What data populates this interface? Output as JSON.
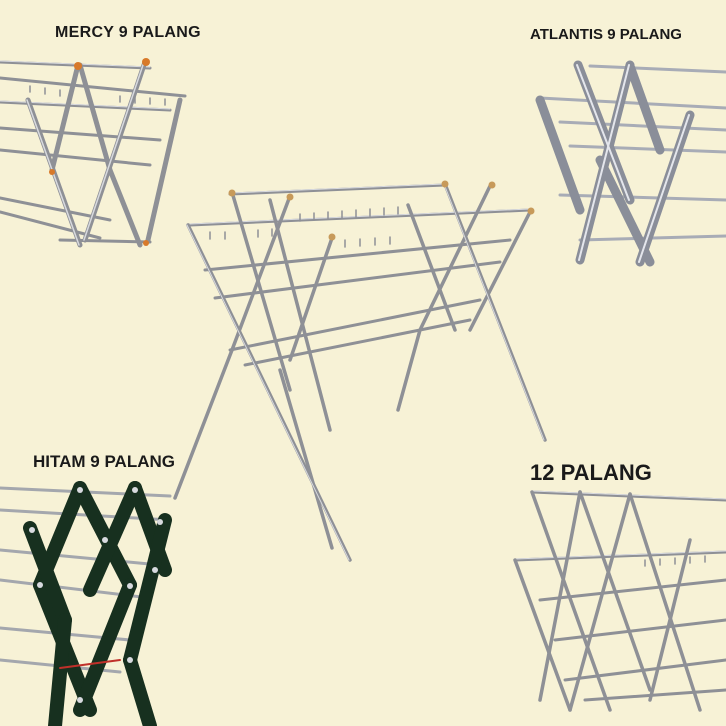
{
  "labels": {
    "mercy": "MERCY 9 PALANG",
    "atlantis": "ATLANTIS 9 PALANG",
    "hitam": "HITAM 9 PALANG",
    "twelve": "12 PALANG"
  },
  "colors": {
    "background": "#f7f2d6",
    "steel": "#8e9096",
    "steel_highlight": "#d8dadf",
    "black_frame": "#17301f",
    "orange_cap": "#d87a2a",
    "red_cord": "#c0302a"
  },
  "images": [
    {
      "name": "mercy-rack-photo",
      "description_icon": "clothes-drying-rack"
    },
    {
      "name": "atlantis-rack-photo",
      "description_icon": "clothes-drying-rack"
    },
    {
      "name": "main-rack-photo",
      "description_icon": "clothes-drying-rack"
    },
    {
      "name": "hitam-rack-photo",
      "description_icon": "clothes-drying-rack"
    },
    {
      "name": "twelve-rack-photo",
      "description_icon": "clothes-drying-rack"
    }
  ]
}
